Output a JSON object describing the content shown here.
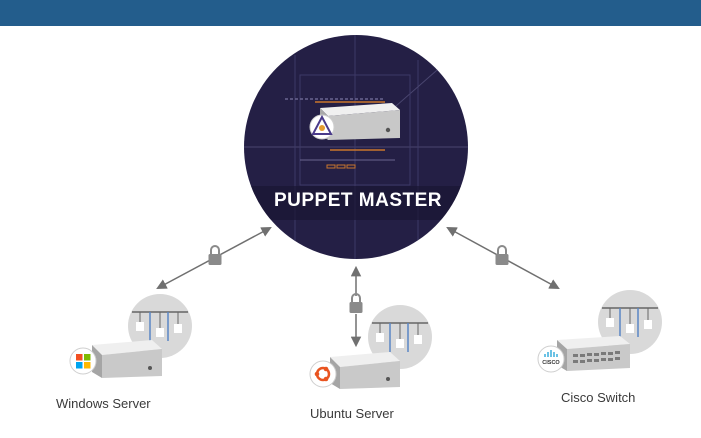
{
  "master": {
    "title": "PUPPET MASTER"
  },
  "nodes": [
    {
      "label": "Windows Server",
      "os_icon": "windows-icon"
    },
    {
      "label": "Ubuntu Server",
      "os_icon": "ubuntu-icon"
    },
    {
      "label": "Cisco Switch",
      "os_icon": "cisco-icon",
      "logo_text": "CISCO"
    }
  ],
  "colors": {
    "header": "#235d8c",
    "master_circle": "#241f45",
    "connector": "#707070",
    "lock": "#8a8a8a",
    "server_body": "#d8d8d8"
  }
}
